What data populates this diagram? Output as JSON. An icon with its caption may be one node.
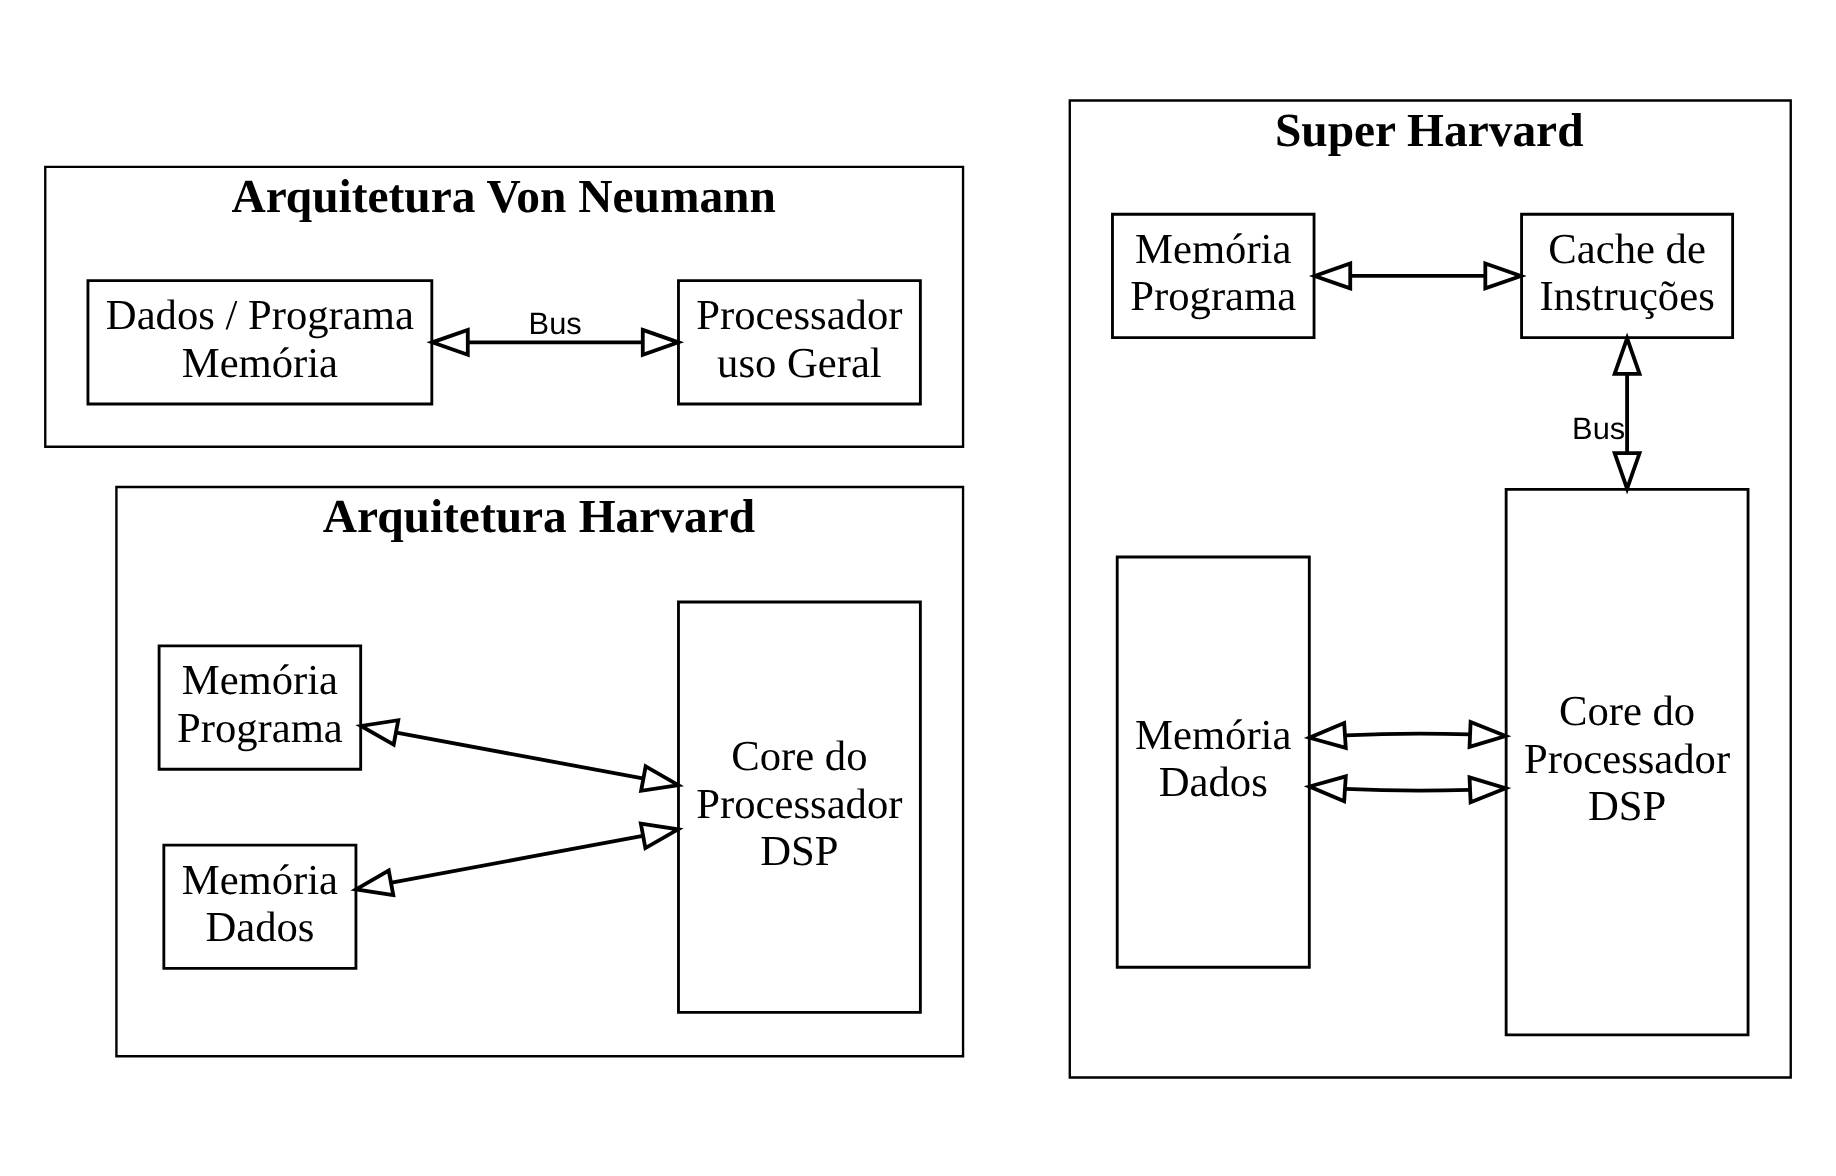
{
  "diagram": {
    "nodes": [
      {
        "text": [
          "Arquitetura Von Neumann"
        ]
      },
      {
        "text": [
          "Dados / Programa Memória"
        ],
        "in": 0
      },
      {
        "text": [
          "Processador uso Geral"
        ],
        "in": 0
      },
      {
        "text": [
          "Arquitetura Harvard"
        ]
      },
      {
        "text": [
          "Memória Programa"
        ],
        "in": 3
      },
      {
        "text": [
          "Memória Dados"
        ],
        "in": 3
      },
      {
        "text": [
          "Core do Processador DSP"
        ],
        "in": 3
      },
      {
        "text": [
          "Super Harvard"
        ]
      },
      {
        "text": [
          "Cache de Instruções"
        ],
        "in": 7
      },
      {
        "text": [
          "Memória Programa"
        ],
        "in": 7
      },
      {
        "text": [
          "Memória Dados"
        ],
        "in": 7
      },
      {
        "text": [
          "Core do Processador DSP"
        ],
        "in": 7
      }
    ],
    "edges": [
      {
        "from": 1,
        "to": 2,
        "arrow": "both",
        "label": "Bus"
      },
      {
        "from": 4,
        "to": 6,
        "arrow": "both"
      },
      {
        "from": 5,
        "to": 6,
        "arrow": "both"
      },
      {
        "from": 9,
        "to": 8,
        "arrow": "both"
      },
      {
        "from": 8,
        "to": 11,
        "arrow": "both",
        "label": "Bus"
      },
      {
        "from": 10,
        "to": 11,
        "arrow": "both"
      },
      {
        "from": 10,
        "to": 11,
        "arrow": "both"
      }
    ]
  }
}
